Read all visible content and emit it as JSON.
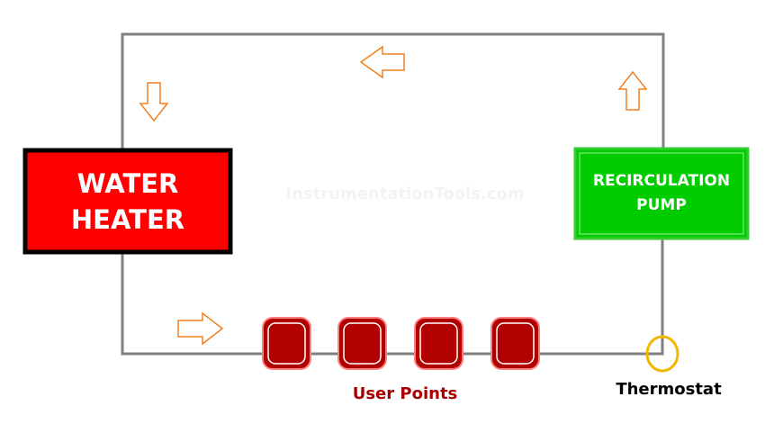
{
  "nodes": {
    "water_heater": {
      "line1": "WATER",
      "line2": "HEATER",
      "fill": "#ff0000",
      "border": "#000000"
    },
    "recirculation_pump": {
      "line1": "RECIRCULATION",
      "line2": "PUMP",
      "fill": "#00cc00",
      "border": "#33cc33"
    }
  },
  "labels": {
    "user_points": "User Points",
    "thermostat": "Thermostat",
    "watermark": "InstrumentationTools.com"
  },
  "user_points": {
    "count": 4,
    "color": "#b00000"
  },
  "colors": {
    "pipe": "#808080",
    "flow_arrow": "#f08020",
    "thermostat_ring": "#f2b800",
    "user_points_text": "#a80000"
  },
  "flow_arrows": [
    "down",
    "left",
    "up",
    "right"
  ]
}
